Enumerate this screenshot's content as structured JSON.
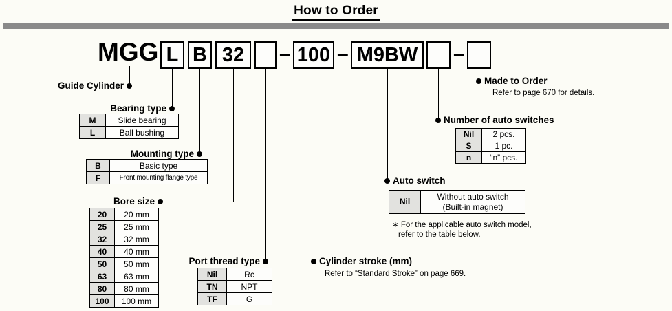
{
  "title": "How to Order",
  "order_code": {
    "prefix": "MGG",
    "bearing": "L",
    "mounting": "B",
    "bore": "32",
    "port": "",
    "stroke": "100",
    "auto_switch": "M9BW",
    "num_switches": "",
    "made_to_order": "",
    "dash": "–"
  },
  "guide_cylinder": {
    "label": "Guide Cylinder"
  },
  "bearing_type": {
    "label": "Bearing type",
    "rows": [
      {
        "code": "M",
        "desc": "Slide bearing"
      },
      {
        "code": "L",
        "desc": "Ball bushing"
      }
    ]
  },
  "mounting_type": {
    "label": "Mounting type",
    "rows": [
      {
        "code": "B",
        "desc": "Basic type"
      },
      {
        "code": "F",
        "desc": "Front mounting flange type"
      }
    ]
  },
  "bore_size": {
    "label": "Bore size",
    "rows": [
      {
        "code": "20",
        "desc": "20 mm"
      },
      {
        "code": "25",
        "desc": "25 mm"
      },
      {
        "code": "32",
        "desc": "32 mm"
      },
      {
        "code": "40",
        "desc": "40 mm"
      },
      {
        "code": "50",
        "desc": "50 mm"
      },
      {
        "code": "63",
        "desc": "63 mm"
      },
      {
        "code": "80",
        "desc": "80 mm"
      },
      {
        "code": "100",
        "desc": "100 mm"
      }
    ]
  },
  "port_thread_type": {
    "label": "Port thread type",
    "rows": [
      {
        "code": "Nil",
        "desc": "Rc"
      },
      {
        "code": "TN",
        "desc": "NPT"
      },
      {
        "code": "TF",
        "desc": "G"
      }
    ]
  },
  "cylinder_stroke": {
    "label": "Cylinder stroke (mm)",
    "note": "Refer to “Standard Stroke” on page 669."
  },
  "auto_switch": {
    "label": "Auto switch",
    "rows": [
      {
        "code": "Nil",
        "desc_line1": "Without auto switch",
        "desc_line2": "(Built-in magnet)"
      }
    ],
    "note": "∗ For the applicable auto switch model, refer to the table below."
  },
  "number_of_auto_switches": {
    "label": "Number of auto switches",
    "rows": [
      {
        "code": "Nil",
        "desc": "2 pcs."
      },
      {
        "code": "S",
        "desc": "1 pc."
      },
      {
        "code": "n",
        "desc": "“n” pcs."
      }
    ]
  },
  "made_to_order": {
    "label": "Made to Order",
    "note": "Refer to page 670 for details."
  },
  "colors": {
    "header_bar": "#8a8a8a",
    "table_code_bg": "#e2e2df"
  }
}
